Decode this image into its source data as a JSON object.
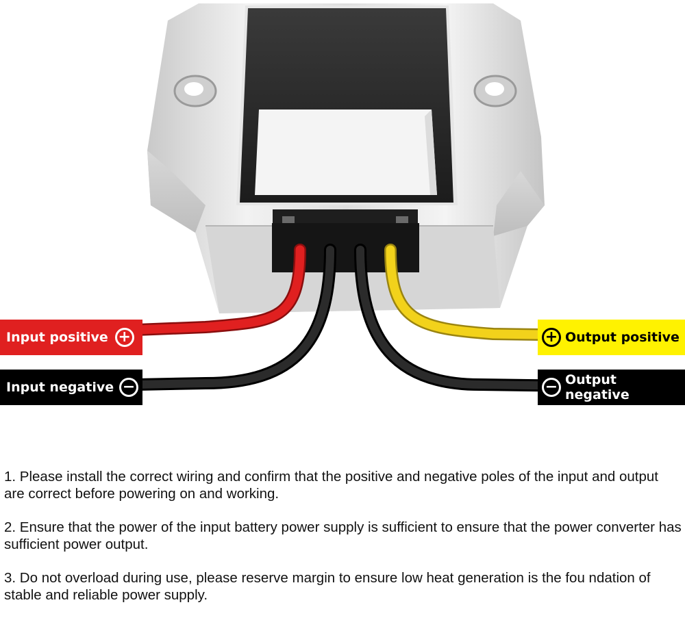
{
  "labels": {
    "input_positive": "Input positive",
    "input_negative": "Input negative",
    "output_positive": "Output positive",
    "output_negative": "Output negative"
  },
  "symbols": {
    "plus": "+",
    "minus": "−"
  },
  "colors": {
    "input_positive_wire": "#e02020",
    "input_negative_wire": "#1a1a1a",
    "output_positive_wire": "#f2d21b",
    "output_negative_wire": "#1a1a1a",
    "input_positive_label_bg": "#e02020",
    "output_positive_label_bg": "#fff200",
    "negative_label_bg": "#000000"
  },
  "notes": [
    "1. Please install the correct wiring and confirm that the positive and negative poles of the input and output are correct before powering on and working.",
    "2. Ensure that the power of the input battery power supply is sufficient to ensure that the power converter has sufficient power output.",
    "3. Do not overload during use, please reserve margin to ensure low heat generation is the fou ndation of stable and reliable power supply."
  ]
}
